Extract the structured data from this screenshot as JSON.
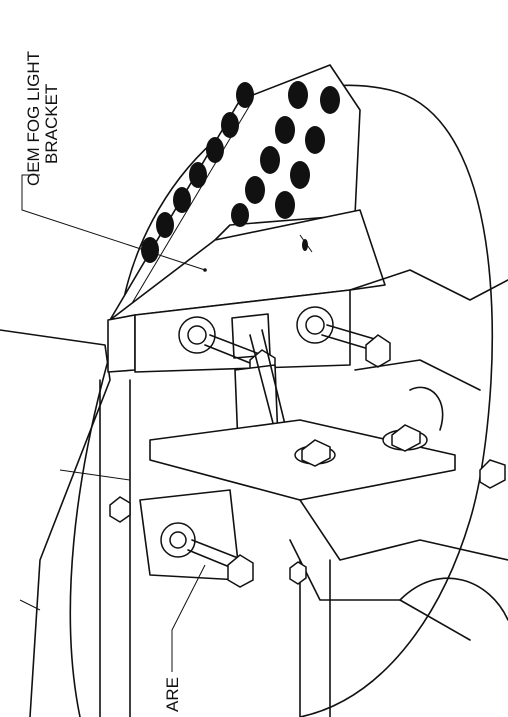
{
  "callouts": {
    "fog_bracket_line1": "OEM FOG LIGHT",
    "fog_bracket_line2": "BRACKET",
    "hardware": "ARE"
  },
  "colors": {
    "ink": "#111111",
    "paper": "#ffffff"
  }
}
